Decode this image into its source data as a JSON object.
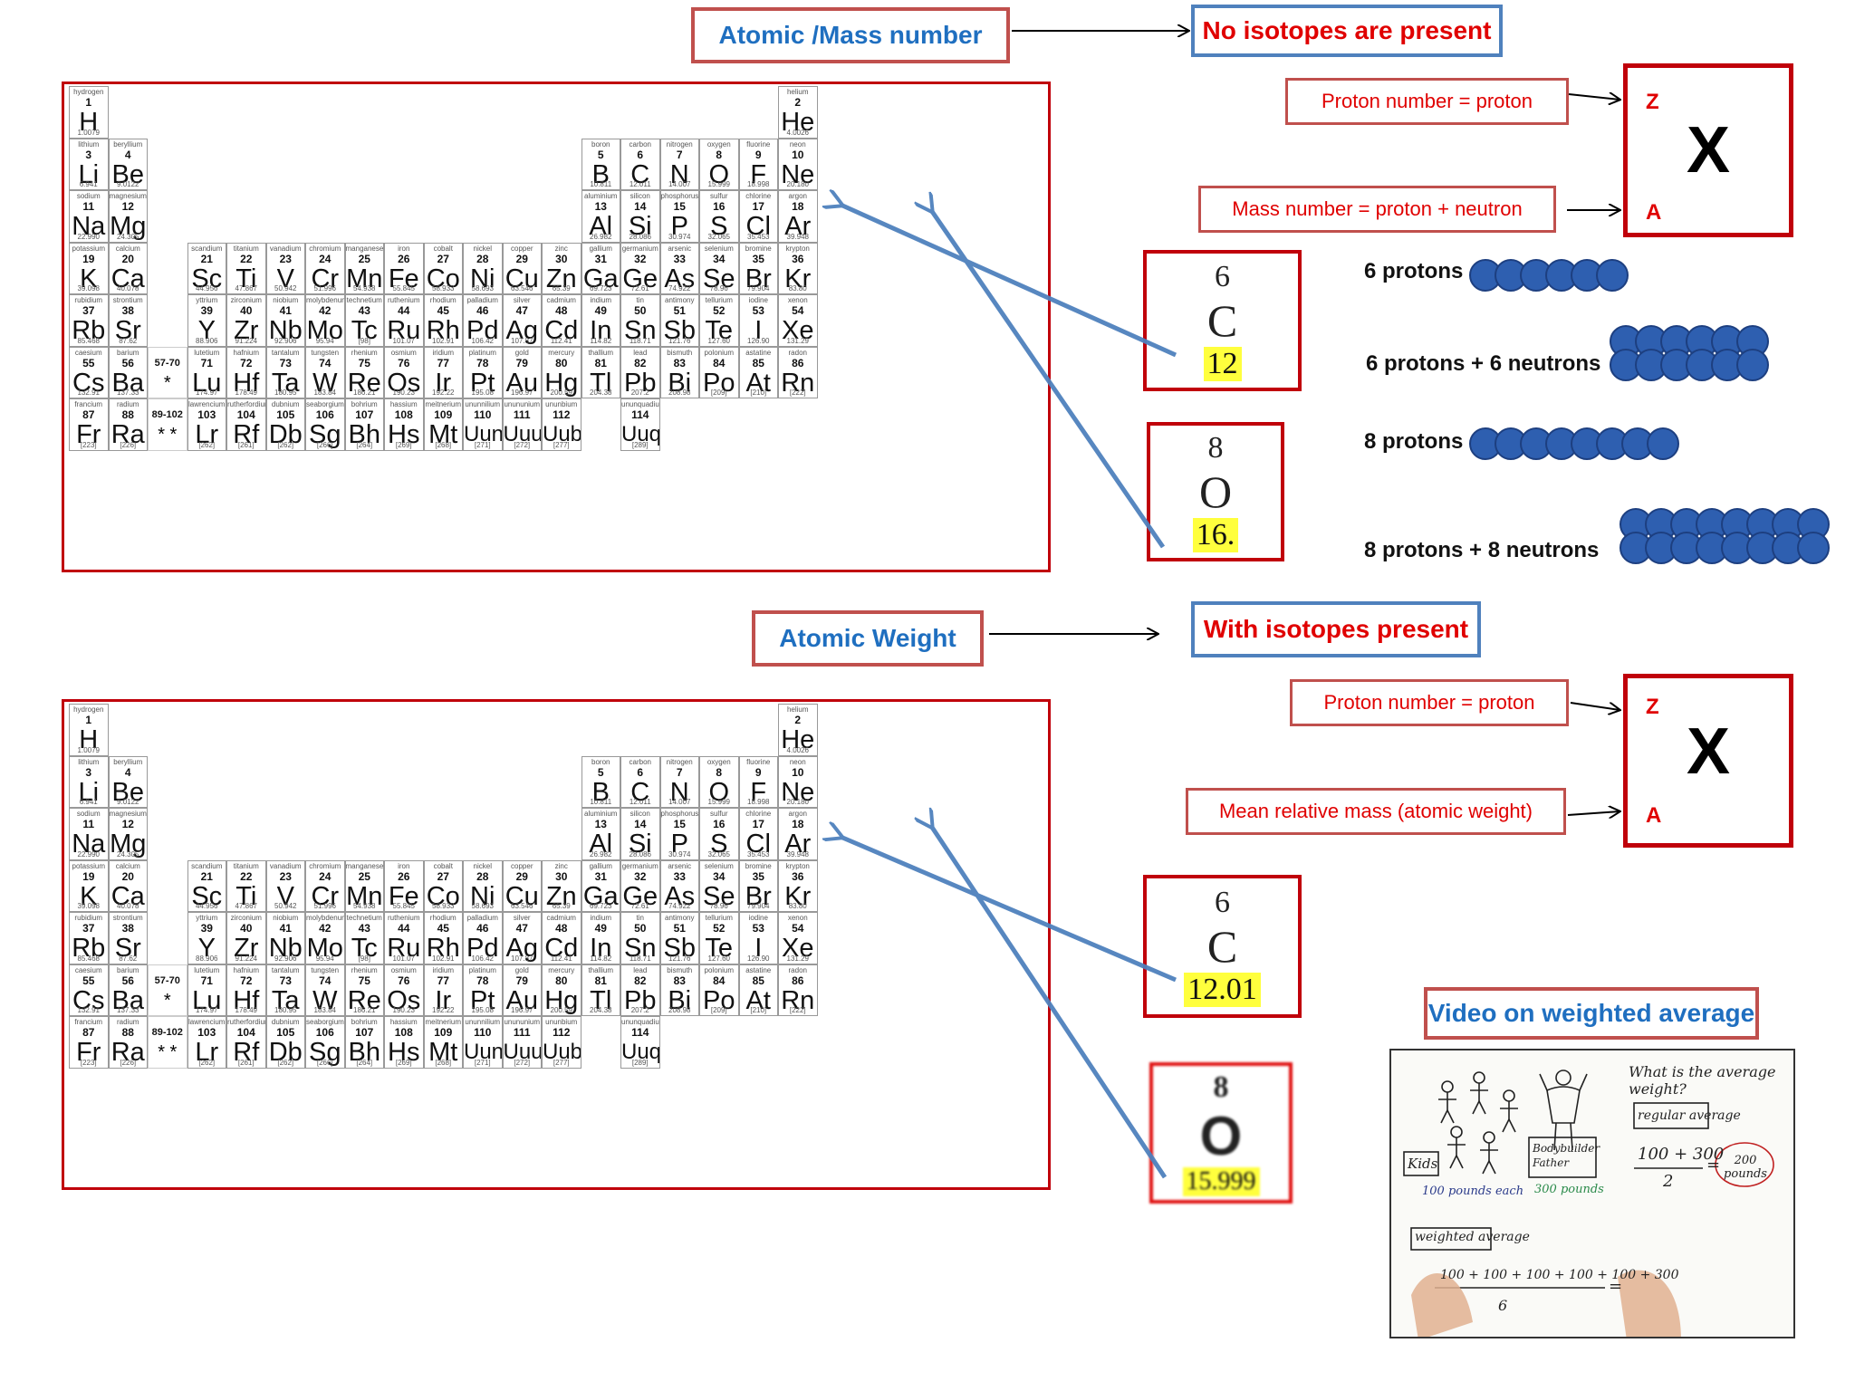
{
  "top": {
    "concept_label": "Atomic /Mass number",
    "condition_label": "No isotopes are present",
    "proton_def": "Proton number  = proton",
    "mass_def": "Mass number = proton + neutron",
    "x_symbol": "X",
    "z_label": "Z",
    "a_label": "A",
    "carbon": {
      "number": "6",
      "symbol": "C",
      "mass": "12"
    },
    "oxygen": {
      "number": "8",
      "symbol": "O",
      "mass": "16."
    },
    "particles": [
      {
        "label": "6 protons",
        "count": 6,
        "kind": "protons"
      },
      {
        "label": "6 protons + 6 neutrons",
        "count": 12,
        "kind": "nucleus"
      },
      {
        "label": "8 protons",
        "count": 8,
        "kind": "protons"
      },
      {
        "label": "8 protons + 8 neutrons",
        "count": 16,
        "kind": "nucleus"
      }
    ]
  },
  "bottom": {
    "concept_label": "Atomic Weight",
    "condition_label": "With isotopes present",
    "proton_def": "Proton number  = proton",
    "mass_def": "Mean relative mass (atomic weight)",
    "x_symbol": "X",
    "z_label": "Z",
    "a_label": "A",
    "carbon": {
      "number": "6",
      "symbol": "C",
      "mass": "12.01"
    },
    "oxygen": {
      "number": "8",
      "symbol": "O",
      "mass": "15.999"
    },
    "video_label": "Video on weighted average"
  },
  "video": {
    "question": "What is the average weight?",
    "regular_title": "regular average",
    "regular_num": "100 + 300",
    "regular_den": "2",
    "equals": "=",
    "regular_result": "200 pounds",
    "kids_label": "Kids",
    "kids_weight": "100 pounds each",
    "father_label": "Bodybuilder Father",
    "father_weight": "300 pounds",
    "weighted_title": "weighted average",
    "weighted_num": "100 + 100 + 100 + 100 + 100 + 300",
    "weighted_den": "6"
  },
  "colors": {
    "red_border": "#c0504d",
    "dark_red": "#c0000a",
    "blue_text": "#1f6fc0",
    "red_text": "#e00000",
    "arrow_blue": "#4f81bd",
    "highlight": "#ffff3d",
    "sphere_blue": "#2e5fb0"
  },
  "periodic_table": {
    "star1": "*",
    "star2": "* *",
    "elements": [
      {
        "r": 0,
        "c": 0,
        "n": "hydrogen",
        "z": "1",
        "s": "H",
        "w": "1.0079"
      },
      {
        "r": 0,
        "c": 17,
        "n": "helium",
        "z": "2",
        "s": "He",
        "w": "4.0026"
      },
      {
        "r": 1,
        "c": 0,
        "n": "lithium",
        "z": "3",
        "s": "Li",
        "w": "6.941"
      },
      {
        "r": 1,
        "c": 1,
        "n": "beryllium",
        "z": "4",
        "s": "Be",
        "w": "9.0122"
      },
      {
        "r": 1,
        "c": 12,
        "n": "boron",
        "z": "5",
        "s": "B",
        "w": "10.811"
      },
      {
        "r": 1,
        "c": 13,
        "n": "carbon",
        "z": "6",
        "s": "C",
        "w": "12.011"
      },
      {
        "r": 1,
        "c": 14,
        "n": "nitrogen",
        "z": "7",
        "s": "N",
        "w": "14.007"
      },
      {
        "r": 1,
        "c": 15,
        "n": "oxygen",
        "z": "8",
        "s": "O",
        "w": "15.999"
      },
      {
        "r": 1,
        "c": 16,
        "n": "fluorine",
        "z": "9",
        "s": "F",
        "w": "18.998"
      },
      {
        "r": 1,
        "c": 17,
        "n": "neon",
        "z": "10",
        "s": "Ne",
        "w": "20.180"
      },
      {
        "r": 2,
        "c": 0,
        "n": "sodium",
        "z": "11",
        "s": "Na",
        "w": "22.990"
      },
      {
        "r": 2,
        "c": 1,
        "n": "magnesium",
        "z": "12",
        "s": "Mg",
        "w": "24.305"
      },
      {
        "r": 2,
        "c": 12,
        "n": "aluminium",
        "z": "13",
        "s": "Al",
        "w": "26.982"
      },
      {
        "r": 2,
        "c": 13,
        "n": "silicon",
        "z": "14",
        "s": "Si",
        "w": "28.086"
      },
      {
        "r": 2,
        "c": 14,
        "n": "phosphorus",
        "z": "15",
        "s": "P",
        "w": "30.974"
      },
      {
        "r": 2,
        "c": 15,
        "n": "sulfur",
        "z": "16",
        "s": "S",
        "w": "32.065"
      },
      {
        "r": 2,
        "c": 16,
        "n": "chlorine",
        "z": "17",
        "s": "Cl",
        "w": "35.453"
      },
      {
        "r": 2,
        "c": 17,
        "n": "argon",
        "z": "18",
        "s": "Ar",
        "w": "39.948"
      },
      {
        "r": 3,
        "c": 0,
        "n": "potassium",
        "z": "19",
        "s": "K",
        "w": "39.098"
      },
      {
        "r": 3,
        "c": 1,
        "n": "calcium",
        "z": "20",
        "s": "Ca",
        "w": "40.078"
      },
      {
        "r": 3,
        "c": 3,
        "n": "scandium",
        "z": "21",
        "s": "Sc",
        "w": "44.956"
      },
      {
        "r": 3,
        "c": 4,
        "n": "titanium",
        "z": "22",
        "s": "Ti",
        "w": "47.867"
      },
      {
        "r": 3,
        "c": 5,
        "n": "vanadium",
        "z": "23",
        "s": "V",
        "w": "50.942"
      },
      {
        "r": 3,
        "c": 6,
        "n": "chromium",
        "z": "24",
        "s": "Cr",
        "w": "51.996"
      },
      {
        "r": 3,
        "c": 7,
        "n": "manganese",
        "z": "25",
        "s": "Mn",
        "w": "54.938"
      },
      {
        "r": 3,
        "c": 8,
        "n": "iron",
        "z": "26",
        "s": "Fe",
        "w": "55.845"
      },
      {
        "r": 3,
        "c": 9,
        "n": "cobalt",
        "z": "27",
        "s": "Co",
        "w": "58.933"
      },
      {
        "r": 3,
        "c": 10,
        "n": "nickel",
        "z": "28",
        "s": "Ni",
        "w": "58.693"
      },
      {
        "r": 3,
        "c": 11,
        "n": "copper",
        "z": "29",
        "s": "Cu",
        "w": "63.546"
      },
      {
        "r": 3,
        "c": 12,
        "n": "zinc",
        "z": "30",
        "s": "Zn",
        "w": "65.39"
      },
      {
        "r": 3,
        "c": 13,
        "n": "gallium",
        "z": "31",
        "s": "Ga",
        "w": "69.723"
      },
      {
        "r": 3,
        "c": 14,
        "n": "germanium",
        "z": "32",
        "s": "Ge",
        "w": "72.61"
      },
      {
        "r": 3,
        "c": 15,
        "n": "arsenic",
        "z": "33",
        "s": "As",
        "w": "74.922"
      },
      {
        "r": 3,
        "c": 16,
        "n": "selenium",
        "z": "34",
        "s": "Se",
        "w": "78.96"
      },
      {
        "r": 3,
        "c": 17,
        "n": "bromine",
        "z": "35",
        "s": "Br",
        "w": "79.904"
      },
      {
        "r": 3,
        "c": 18,
        "n": "krypton",
        "z": "36",
        "s": "Kr",
        "w": "83.80"
      },
      {
        "r": 4,
        "c": 0,
        "n": "rubidium",
        "z": "37",
        "s": "Rb",
        "w": "85.468"
      },
      {
        "r": 4,
        "c": 1,
        "n": "strontium",
        "z": "38",
        "s": "Sr",
        "w": "87.62"
      },
      {
        "r": 4,
        "c": 3,
        "n": "yttrium",
        "z": "39",
        "s": "Y",
        "w": "88.906"
      },
      {
        "r": 4,
        "c": 4,
        "n": "zirconium",
        "z": "40",
        "s": "Zr",
        "w": "91.224"
      },
      {
        "r": 4,
        "c": 5,
        "n": "niobium",
        "z": "41",
        "s": "Nb",
        "w": "92.906"
      },
      {
        "r": 4,
        "c": 6,
        "n": "molybdenum",
        "z": "42",
        "s": "Mo",
        "w": "95.94"
      },
      {
        "r": 4,
        "c": 7,
        "n": "technetium",
        "z": "43",
        "s": "Tc",
        "w": "[98]"
      },
      {
        "r": 4,
        "c": 8,
        "n": "ruthenium",
        "z": "44",
        "s": "Ru",
        "w": "101.07"
      },
      {
        "r": 4,
        "c": 9,
        "n": "rhodium",
        "z": "45",
        "s": "Rh",
        "w": "102.91"
      },
      {
        "r": 4,
        "c": 10,
        "n": "palladium",
        "z": "46",
        "s": "Pd",
        "w": "106.42"
      },
      {
        "r": 4,
        "c": 11,
        "n": "silver",
        "z": "47",
        "s": "Ag",
        "w": "107.87"
      },
      {
        "r": 4,
        "c": 12,
        "n": "cadmium",
        "z": "48",
        "s": "Cd",
        "w": "112.41"
      },
      {
        "r": 4,
        "c": 13,
        "n": "indium",
        "z": "49",
        "s": "In",
        "w": "114.82"
      },
      {
        "r": 4,
        "c": 14,
        "n": "tin",
        "z": "50",
        "s": "Sn",
        "w": "118.71"
      },
      {
        "r": 4,
        "c": 15,
        "n": "antimony",
        "z": "51",
        "s": "Sb",
        "w": "121.76"
      },
      {
        "r": 4,
        "c": 16,
        "n": "tellurium",
        "z": "52",
        "s": "Te",
        "w": "127.60"
      },
      {
        "r": 4,
        "c": 17,
        "n": "iodine",
        "z": "53",
        "s": "I",
        "w": "126.90"
      },
      {
        "r": 4,
        "c": 18,
        "n": "xenon",
        "z": "54",
        "s": "Xe",
        "w": "131.29"
      },
      {
        "r": 5,
        "c": 0,
        "n": "caesium",
        "z": "55",
        "s": "Cs",
        "w": "132.91"
      },
      {
        "r": 5,
        "c": 1,
        "n": "barium",
        "z": "56",
        "s": "Ba",
        "w": "137.33"
      },
      {
        "r": 5,
        "c": 3,
        "n": "lutetium",
        "z": "71",
        "s": "Lu",
        "w": "174.97"
      },
      {
        "r": 5,
        "c": 4,
        "n": "hafnium",
        "z": "72",
        "s": "Hf",
        "w": "178.49"
      },
      {
        "r": 5,
        "c": 5,
        "n": "tantalum",
        "z": "73",
        "s": "Ta",
        "w": "180.95"
      },
      {
        "r": 5,
        "c": 6,
        "n": "tungsten",
        "z": "74",
        "s": "W",
        "w": "183.84"
      },
      {
        "r": 5,
        "c": 7,
        "n": "rhenium",
        "z": "75",
        "s": "Re",
        "w": "186.21"
      },
      {
        "r": 5,
        "c": 8,
        "n": "osmium",
        "z": "76",
        "s": "Os",
        "w": "190.23"
      },
      {
        "r": 5,
        "c": 9,
        "n": "iridium",
        "z": "77",
        "s": "Ir",
        "w": "192.22"
      },
      {
        "r": 5,
        "c": 10,
        "n": "platinum",
        "z": "78",
        "s": "Pt",
        "w": "195.08"
      },
      {
        "r": 5,
        "c": 11,
        "n": "gold",
        "z": "79",
        "s": "Au",
        "w": "196.97"
      },
      {
        "r": 5,
        "c": 12,
        "n": "mercury",
        "z": "80",
        "s": "Hg",
        "w": "200.59"
      },
      {
        "r": 5,
        "c": 13,
        "n": "thallium",
        "z": "81",
        "s": "Tl",
        "w": "204.38"
      },
      {
        "r": 5,
        "c": 14,
        "n": "lead",
        "z": "82",
        "s": "Pb",
        "w": "207.2"
      },
      {
        "r": 5,
        "c": 15,
        "n": "bismuth",
        "z": "83",
        "s": "Bi",
        "w": "208.98"
      },
      {
        "r": 5,
        "c": 16,
        "n": "polonium",
        "z": "84",
        "s": "Po",
        "w": "[209]"
      },
      {
        "r": 5,
        "c": 17,
        "n": "astatine",
        "z": "85",
        "s": "At",
        "w": "[210]"
      },
      {
        "r": 5,
        "c": 18,
        "n": "radon",
        "z": "86",
        "s": "Rn",
        "w": "[222]"
      },
      {
        "r": 6,
        "c": 0,
        "n": "francium",
        "z": "87",
        "s": "Fr",
        "w": "[223]"
      },
      {
        "r": 6,
        "c": 1,
        "n": "radium",
        "z": "88",
        "s": "Ra",
        "w": "[226]"
      },
      {
        "r": 6,
        "c": 3,
        "n": "lawrencium",
        "z": "103",
        "s": "Lr",
        "w": "[262]"
      },
      {
        "r": 6,
        "c": 4,
        "n": "rutherfordium",
        "z": "104",
        "s": "Rf",
        "w": "[261]"
      },
      {
        "r": 6,
        "c": 5,
        "n": "dubnium",
        "z": "105",
        "s": "Db",
        "w": "[262]"
      },
      {
        "r": 6,
        "c": 6,
        "n": "seaborgium",
        "z": "106",
        "s": "Sg",
        "w": "[266]"
      },
      {
        "r": 6,
        "c": 7,
        "n": "bohrium",
        "z": "107",
        "s": "Bh",
        "w": "[264]"
      },
      {
        "r": 6,
        "c": 8,
        "n": "hassium",
        "z": "108",
        "s": "Hs",
        "w": "[269]"
      },
      {
        "r": 6,
        "c": 9,
        "n": "meitnerium",
        "z": "109",
        "s": "Mt",
        "w": "[268]"
      },
      {
        "r": 6,
        "c": 10,
        "n": "ununnilium",
        "z": "110",
        "s": "Uun",
        "w": "[271]"
      },
      {
        "r": 6,
        "c": 11,
        "n": "unununium",
        "z": "111",
        "s": "Uuu",
        "w": "[272]"
      },
      {
        "r": 6,
        "c": 12,
        "n": "ununbium",
        "z": "112",
        "s": "Uub",
        "w": "[277]"
      },
      {
        "r": 6,
        "c": 14,
        "n": "ununquadium",
        "z": "114",
        "s": "Uuq",
        "w": "[289]"
      }
    ]
  }
}
